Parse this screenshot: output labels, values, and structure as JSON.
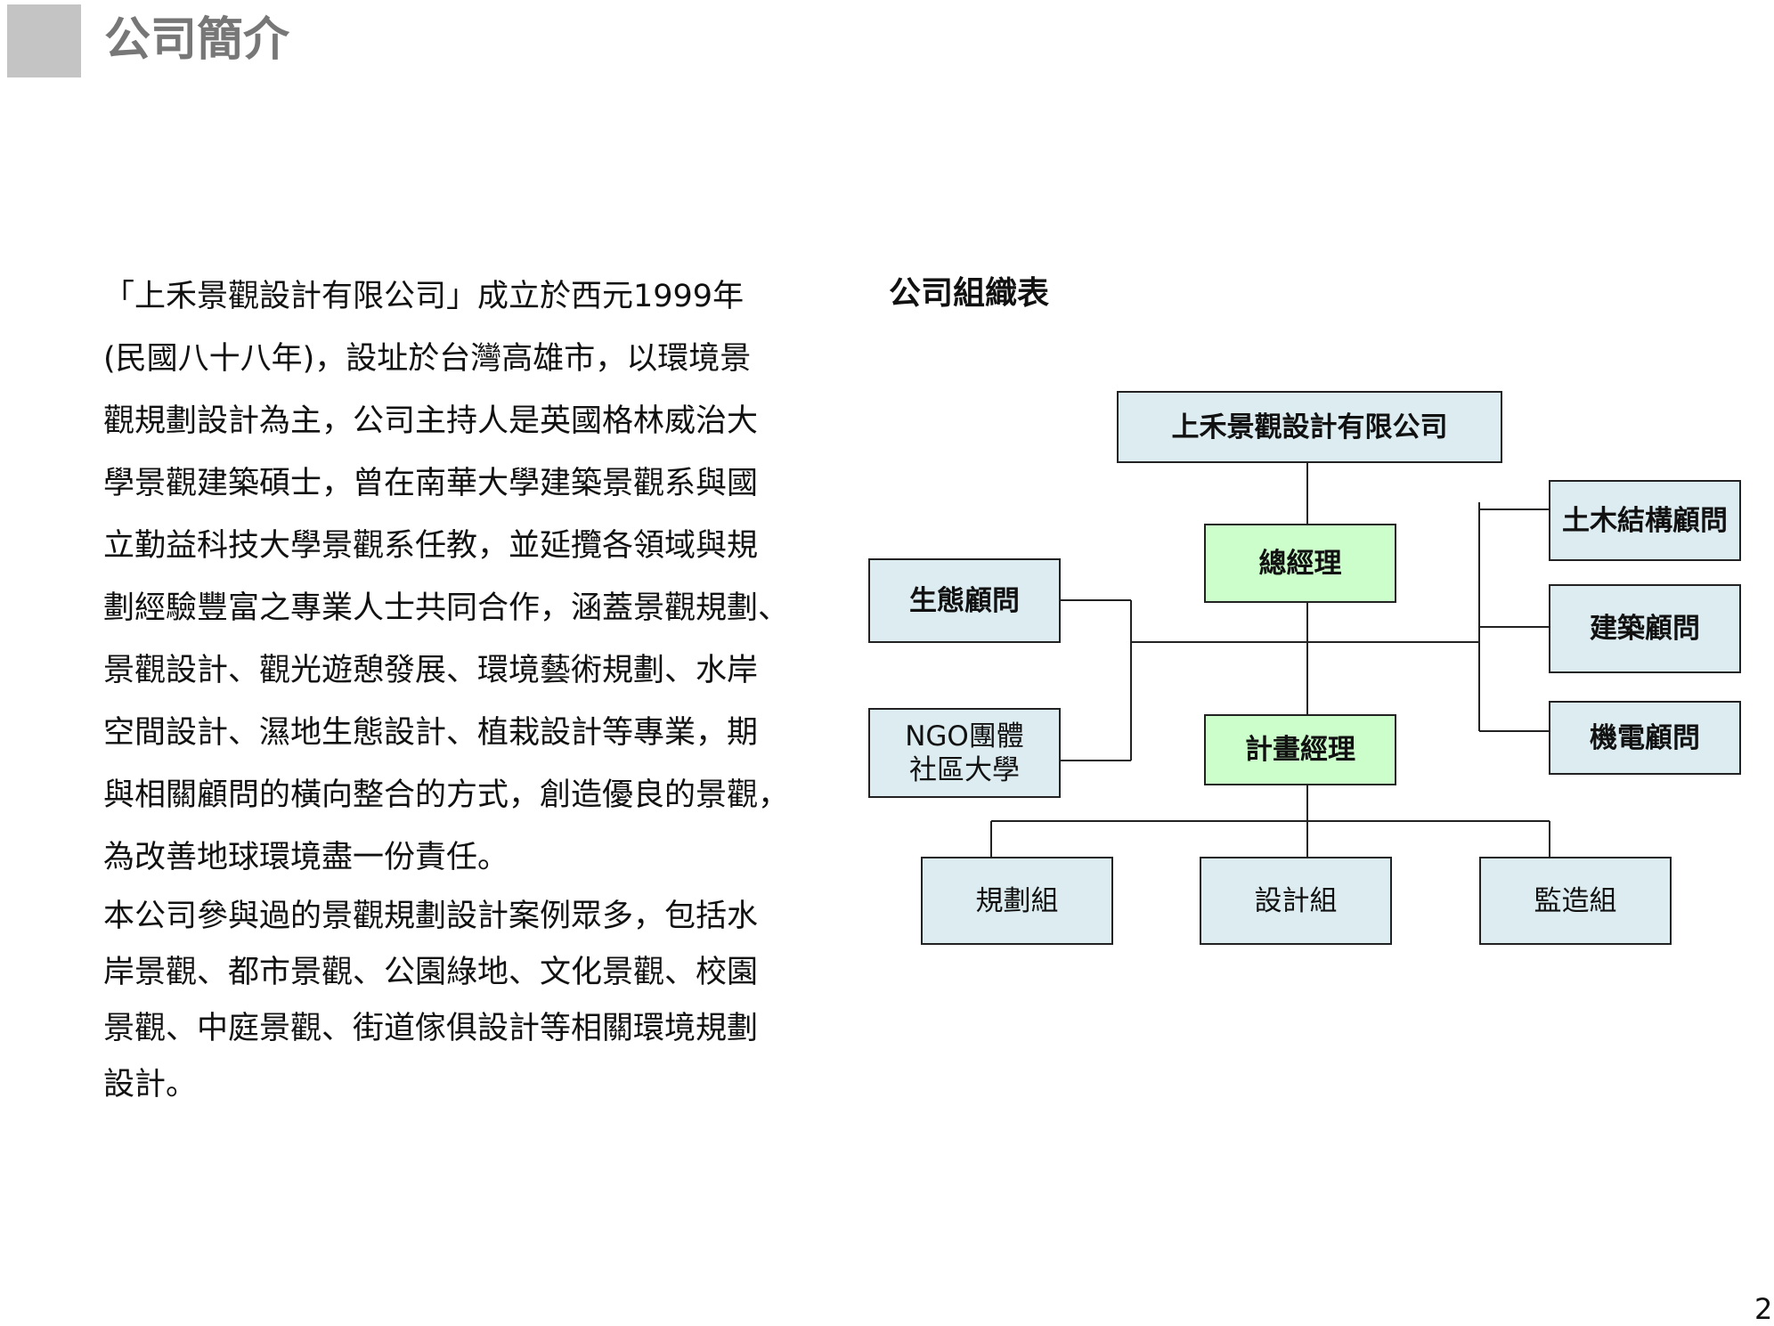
{
  "header": {
    "title": "公司簡介"
  },
  "intro": {
    "paragraph1": [
      "「上禾景觀設計有限公司」成立於西元1999年",
      "(民國八十八年)，設址於台灣高雄市，以環境景",
      "觀規劃設計為主，公司主持人是英國格林威治大",
      "學景觀建築碩士，曾在南華大學建築景觀系與國",
      "立勤益科技大學景觀系任教，並延攬各領域與規",
      "劃經驗豐富之專業人士共同合作，涵蓋景觀規劃、",
      "景觀設計、觀光遊憩發展、環境藝術規劃、水岸",
      "空間設計、濕地生態設計、植栽設計等專業，期",
      "與相關顧問的橫向整合的方式，創造優良的景觀，",
      "為改善地球環境盡一份責任。"
    ],
    "paragraph2": [
      "本公司參與過的景觀規劃設計案例眾多，包括水",
      "岸景觀、都市景觀、公園綠地、文化景觀、校園",
      "景觀、中庭景觀、街道傢俱設計等相關環境規劃",
      "設計。"
    ]
  },
  "org_chart": {
    "title": "公司組織表",
    "company": "上禾景觀設計有限公司",
    "general_manager": "總經理",
    "project_manager": "計畫經理",
    "left_advisors": [
      "生態顧問",
      "NGO團體",
      "社區大學"
    ],
    "right_advisors": [
      "土木結構顧問",
      "建築顧問",
      "機電顧問"
    ],
    "teams": [
      "規劃組",
      "設計組",
      "監造組"
    ],
    "colors": {
      "box_blue": "#dcecf0",
      "box_green": "#ccfecc",
      "line": "#222222"
    }
  },
  "page_number": "2"
}
